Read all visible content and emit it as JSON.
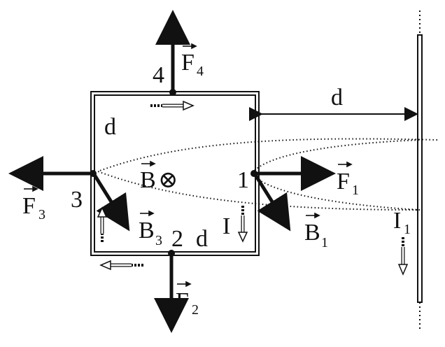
{
  "diagram": {
    "points": {
      "p1": "1",
      "p2": "2",
      "p3": "3",
      "p4": "4"
    },
    "side_length_label": "d",
    "distance_label": "d",
    "current_label": "I",
    "wire_current_label": "I",
    "wire_current_subscript": "1",
    "field": {
      "symbol": "B",
      "direction_symbol": "⊗"
    },
    "forces": [
      {
        "symbol": "F",
        "subscript": "1"
      },
      {
        "symbol": "F",
        "subscript": "2"
      },
      {
        "symbol": "F",
        "subscript": "3"
      },
      {
        "symbol": "F",
        "subscript": "4"
      }
    ],
    "fields": [
      {
        "symbol": "B",
        "subscript": "1"
      },
      {
        "symbol": "B",
        "subscript": "3"
      }
    ]
  }
}
